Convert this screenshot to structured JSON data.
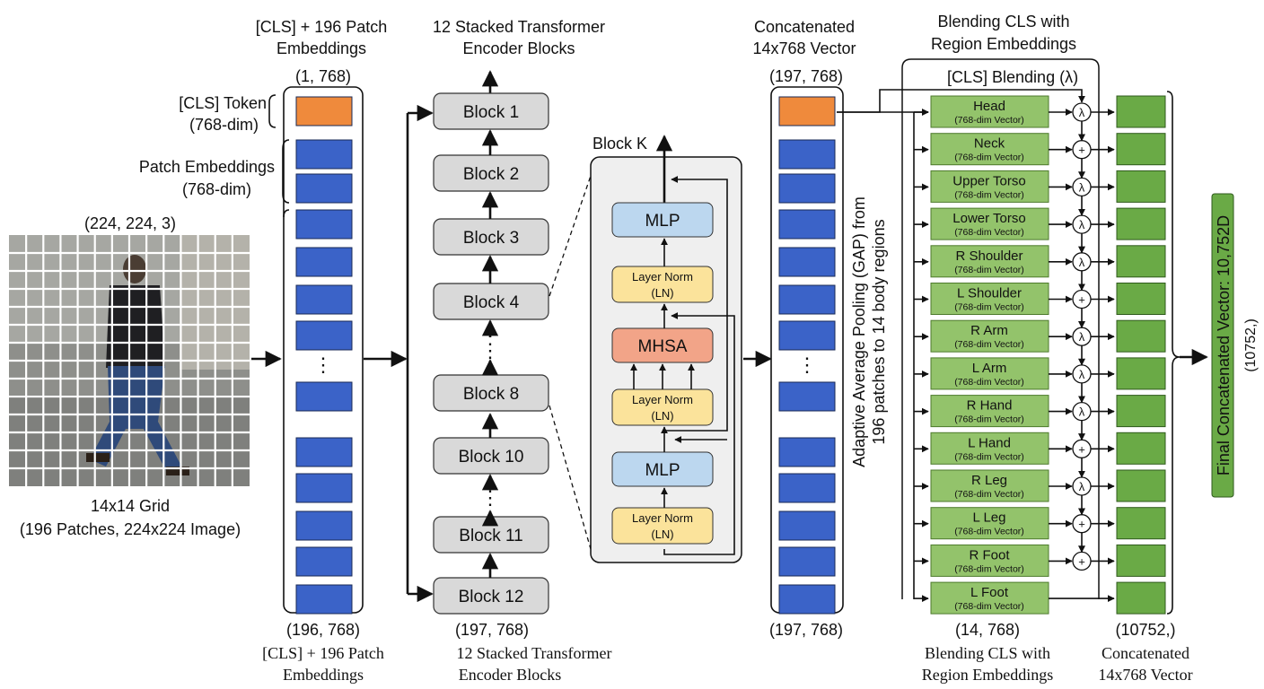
{
  "input": {
    "dims": "(224, 224, 3)",
    "grid_caption_1": "14x14 Grid",
    "grid_caption_2": "(196 Patches, 224x224 Image)"
  },
  "embeddings": {
    "title_1": "[CLS] + 196 Patch",
    "title_2": "Embeddings",
    "top_dims": "(1, 768)",
    "cls_label_1": "[CLS] Token",
    "cls_label_2": "(768-dim)",
    "patch_label_1": "Patch Embeddings",
    "patch_label_2": "(768-dim)",
    "bottom_dims": "(196, 768)",
    "bottom_title_1": "[CLS] + 196 Patch",
    "bottom_title_2": "Embeddings",
    "ellipsis": "⋮"
  },
  "encoder": {
    "title_1": "12 Stacked Transformer",
    "title_2": "Encoder Blocks",
    "blocks": [
      "Block 1",
      "Block 2",
      "Block 3",
      "Block 4",
      "Block 8",
      "Block 10",
      "Block 11",
      "Block 12"
    ],
    "ellipsis": "⋮",
    "bottom_dims": "(197, 768)",
    "bottom_title_1": "12 Stacked Transformer",
    "bottom_title_2": "Encoder Blocks"
  },
  "block_k": {
    "title": "Block K",
    "mlp": "MLP",
    "layer_norm": "Layer Norm",
    "ln": "(LN)",
    "mhsa": "MHSA"
  },
  "concat": {
    "title_1": "Concatenated",
    "title_2": "14x768 Vector",
    "top_dims": "(197, 768)",
    "bottom_dims": "(197, 768)",
    "ellipsis": "⋮",
    "gap_1": "Adaptive Average Pooling (GAP) from",
    "gap_2": "196 patches to 14 body regions"
  },
  "blending": {
    "title_1": "Blending CLS with",
    "title_2": "Region Embeddings",
    "cls_blend": "[CLS] Blending (λ)",
    "vec": "(768-dim Vector)",
    "regions": [
      {
        "name": "Head",
        "op": "λ"
      },
      {
        "name": "Neck",
        "op": "+"
      },
      {
        "name": "Upper Torso",
        "op": "λ"
      },
      {
        "name": "Lower Torso",
        "op": "λ"
      },
      {
        "name": "R Shoulder",
        "op": "λ"
      },
      {
        "name": "L Shoulder",
        "op": "+"
      },
      {
        "name": "R Arm",
        "op": "λ"
      },
      {
        "name": "L Arm",
        "op": "λ"
      },
      {
        "name": "R Hand",
        "op": "λ"
      },
      {
        "name": "L Hand",
        "op": "+"
      },
      {
        "name": "R Leg",
        "op": "λ"
      },
      {
        "name": "L Leg",
        "op": "+"
      },
      {
        "name": "R Foot",
        "op": "+"
      },
      {
        "name": "L Foot",
        "op": ""
      }
    ],
    "bottom_dims": "(14, 768)",
    "bottom_title_1": "Blending CLS with",
    "bottom_title_2": "Region Embeddings"
  },
  "output": {
    "bottom_dims": "(10752,)",
    "bottom_title_1": "Concatenated",
    "bottom_title_2": "14x768 Vector",
    "final_label": "Final Concatenated Vector: 10,752D",
    "final_dims": "(10752,)"
  },
  "colors": {
    "cls": "#ef8a3c",
    "patch": "#3b63c8",
    "block": "#d9d9d9",
    "mlp": "#bcd7ef",
    "ln": "#fbe39b",
    "mhsa": "#f2a488",
    "region": "#93c36b",
    "out": "#6aaa46"
  }
}
